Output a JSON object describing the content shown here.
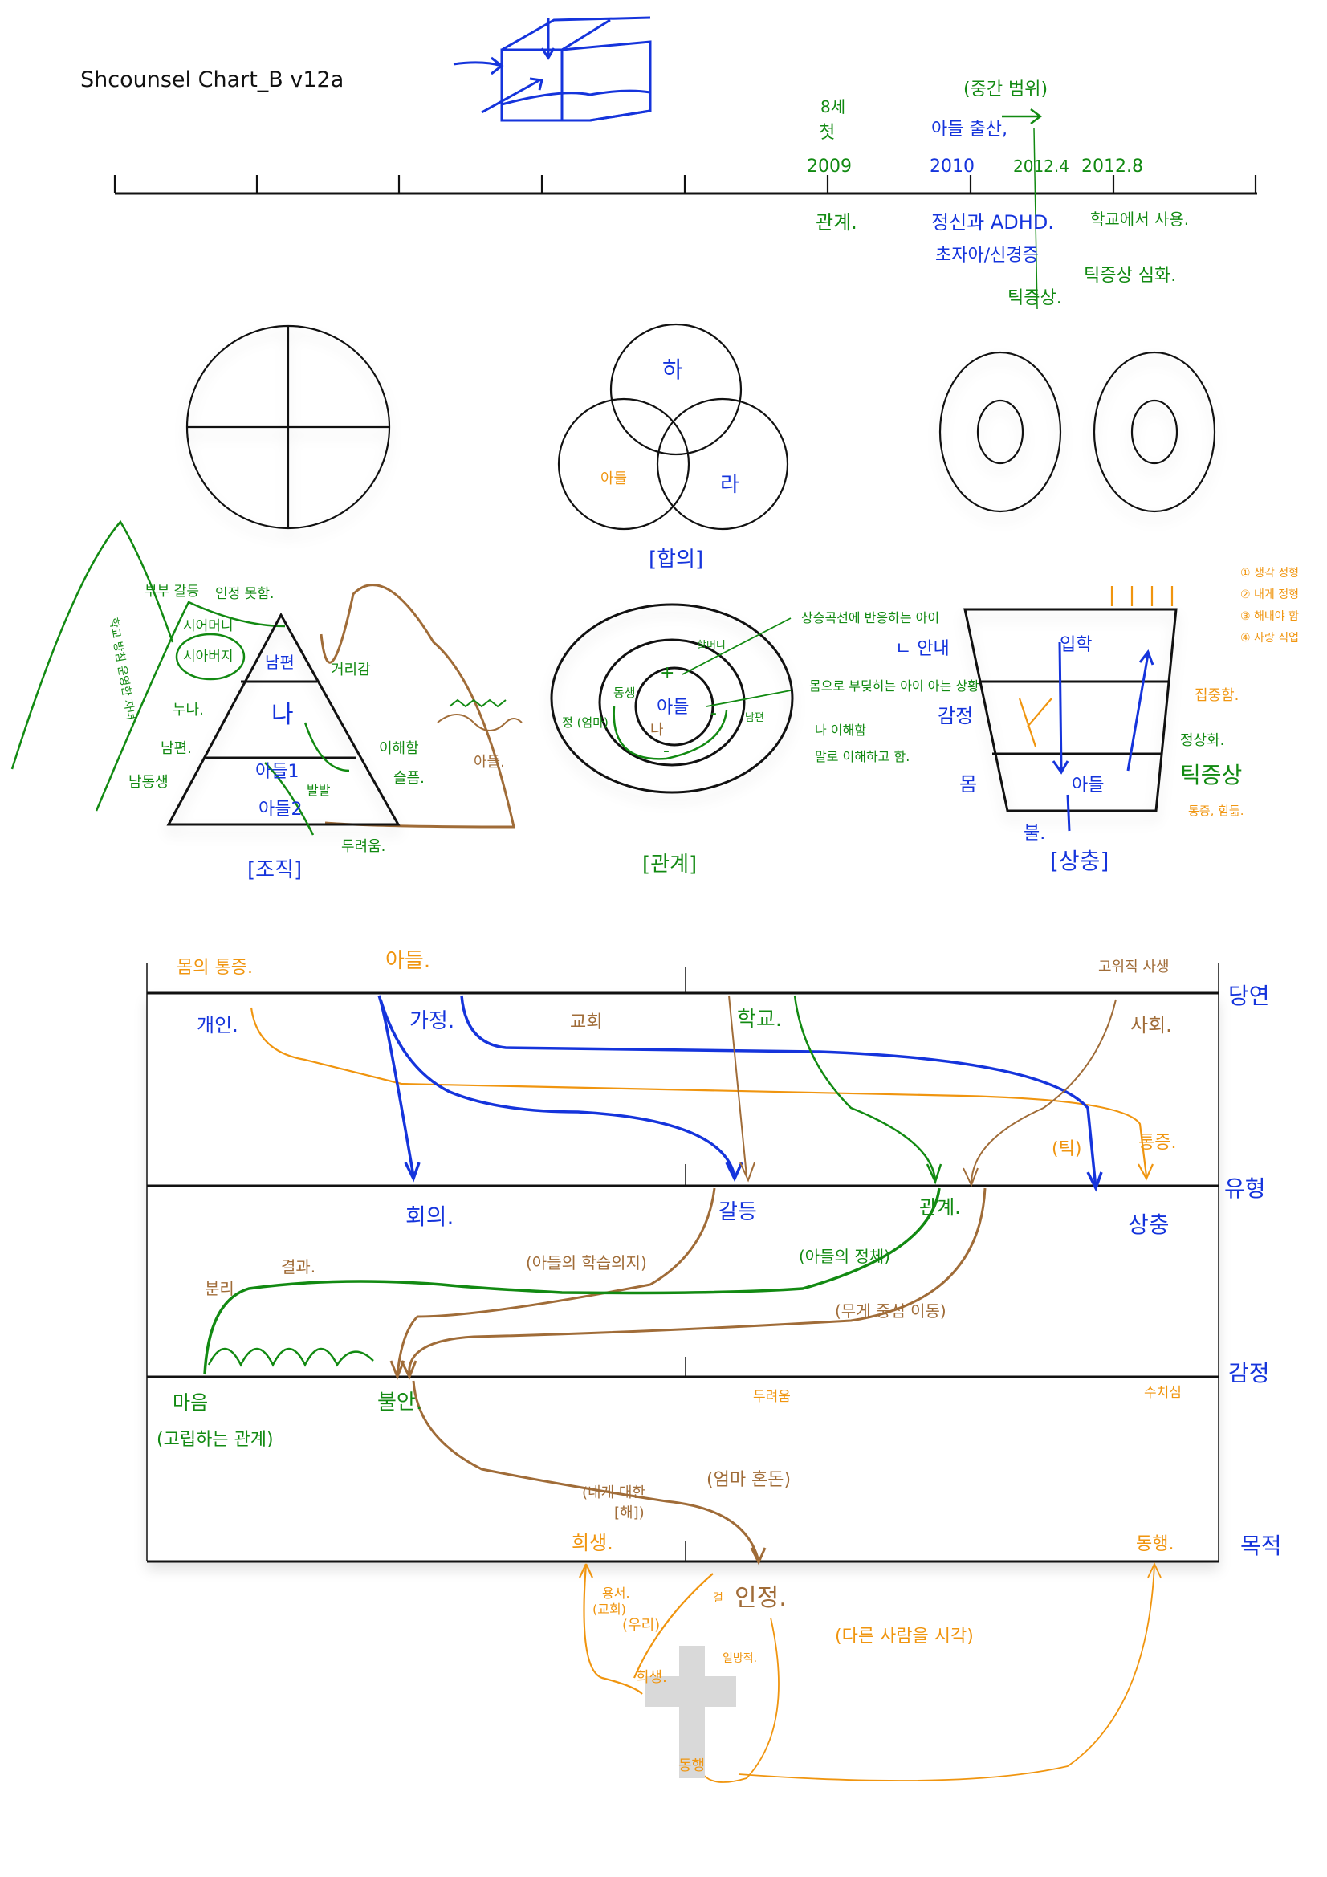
{
  "title": "Shcounsel Chart_B v12a",
  "colors": {
    "green": "#128a12",
    "blue": "#1534dc",
    "orange": "#f0950f",
    "brown": "#a06c38",
    "cross": "#d9d9d9"
  },
  "timeline": {
    "years": [
      "2009",
      "2010",
      "2012.4",
      "2012.8"
    ],
    "above": {
      "age": "8세",
      "first": "첫",
      "son_birth": "아들 출산,",
      "range": "(중간 범위)"
    },
    "below": {
      "relation": "관계.",
      "adhd": "정신과 ADHD.",
      "neurosis": "초자아/신경증",
      "school_use": "학교에서 사용.",
      "tic_worse": "틱증상 심화.",
      "tic": "틱증상."
    }
  },
  "venn": {
    "top": "하",
    "left": "아들",
    "right": "라",
    "caption": "[합의]"
  },
  "pyramid": {
    "caption": "[조직]",
    "layers": {
      "husband": "남편",
      "me": "나",
      "son1": "아들1",
      "son2": "아들2"
    },
    "labels": {
      "distance": "거리감",
      "understand": "이해함",
      "sadness": "슬픔.",
      "fear": "두려움.",
      "burst": "발발",
      "mother_in_law": "시어머니",
      "father_in_law": "시아버지",
      "couple": "부부 갈등",
      "unrecognized": "인정 못함.",
      "school_kids": "학교 방침 운영한 자녀",
      "sister": "누나.",
      "husband2": "남편.",
      "brother": "남동생",
      "son_fig": "아들."
    }
  },
  "relation": {
    "caption": "[관계]",
    "center": "아들",
    "me": "나",
    "plus": "+",
    "minus": "-",
    "left": "정 (엄마)",
    "sibling": "동생",
    "grandma": "할머니",
    "husband": "남편",
    "notes": [
      "상승곡선에 반응하는 아이",
      "몸으로 부딪히는 아이 아는 상황",
      "나 이해함",
      "말로 이해하고 함."
    ],
    "guide": "ㄴ 안내",
    "emotion": "감정",
    "body": "몸"
  },
  "funnel": {
    "caption": "[상충]",
    "top": "입학",
    "bottom": "아들",
    "focus": "집중함.",
    "normal": "정상화.",
    "tic": "틱증상",
    "pain": "통증, 힘듦.",
    "fire": "불.",
    "legend": [
      "① 생각 정형",
      "② 내게 정형",
      "③ 해내야 함",
      "④ 사랑 직업"
    ]
  },
  "matrix": {
    "rows": [
      "당연",
      "유형",
      "감정",
      "목적"
    ],
    "top": {
      "body_pain": "몸의 통증.",
      "son": "아들.",
      "high_official": "고위직 사생"
    },
    "row1": {
      "individual": "개인.",
      "family": "가정.",
      "church": "교회",
      "school": "학교.",
      "society": "사회.",
      "tic": "(틱)",
      "pain": "통증."
    },
    "row2": {
      "meeting": "회의.",
      "conflict": "갈등",
      "relation": "관계.",
      "conflict2": "상충",
      "separation": "분리",
      "result": "결과.",
      "son_will": "(아들의 학습의지)",
      "son_identity": "(아들의 정체)",
      "shift": "(무게 중심 이동)"
    },
    "row3": {
      "heart": "마음",
      "isolating": "(고립하는 관계)",
      "anxiety": "불안.",
      "fear": "두려움",
      "shame": "수치심"
    },
    "row4": {
      "about_me": "(내게 대한",
      "harm": "[해])",
      "mom_confusion": "(엄마 혼돈)",
      "sacrifice": "희생.",
      "together": "동행."
    },
    "bottom": {
      "recognition": "인정.",
      "forgive": "용서.",
      "church": "(교회)",
      "us": "(우리)",
      "walk": "걸",
      "other_view": "(다른 사람을 시각)",
      "sacrifice": "희생.",
      "one_sided": "일방적.",
      "together": "동행"
    }
  }
}
